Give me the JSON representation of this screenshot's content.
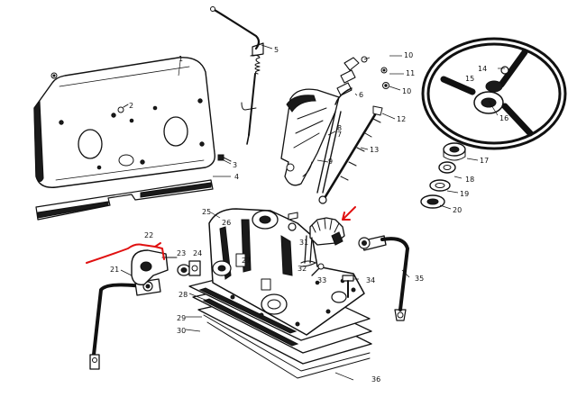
{
  "diagram": {
    "callouts": [
      "1",
      "2",
      "3",
      "4",
      "5",
      "6",
      "7",
      "8",
      "9",
      "10",
      "11",
      "10",
      "12",
      "13",
      "14",
      "15",
      "16",
      "17",
      "18",
      "19",
      "20",
      "21",
      "22",
      "23",
      "24",
      "25",
      "26",
      "27",
      "28",
      "29",
      "30",
      "31",
      "32",
      "33",
      "34",
      "35",
      "36"
    ],
    "annotation_color": "#e01010"
  }
}
